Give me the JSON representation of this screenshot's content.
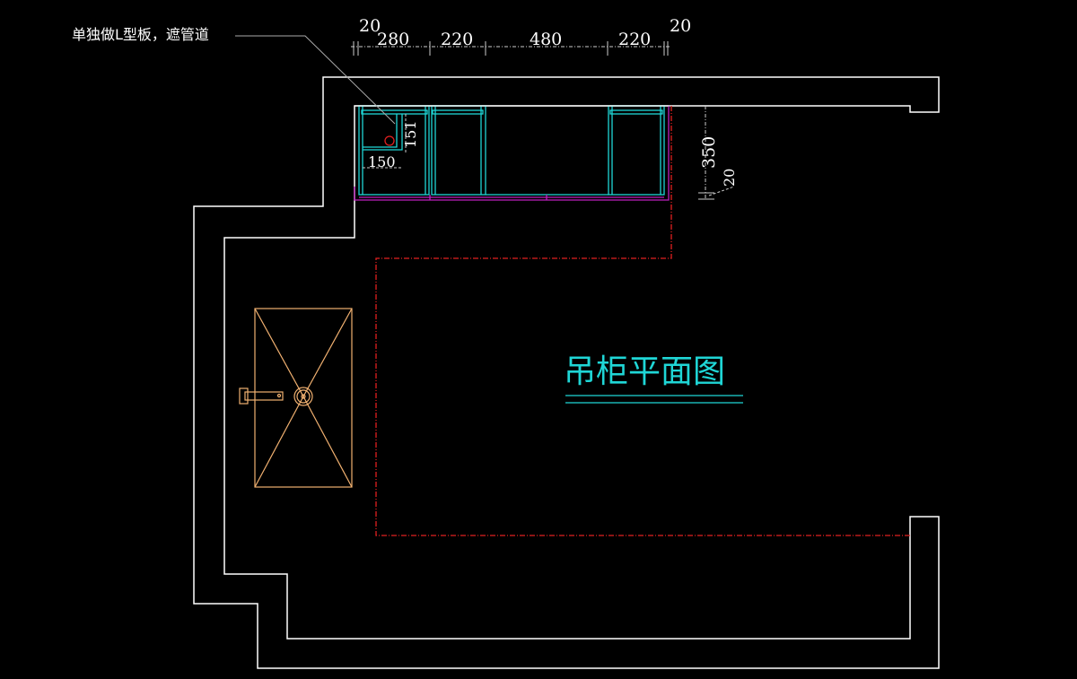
{
  "drawing": {
    "title": "吊柜平面图",
    "annotation": "单独做L型板，遮管道",
    "top_dimensions": [
      "20",
      "280",
      "220",
      "480",
      "220",
      "20"
    ],
    "depth_dimension": "350",
    "depth_offset_dimension": "20",
    "pipe_box_height": "151",
    "pipe_box_width": "150",
    "colors": {
      "wall": "#ffffff",
      "cabinet": "#1fd6d6",
      "base_line": "#c020c0",
      "dashed_boundary": "#e02020",
      "sink": "#f0b070",
      "title": "#1fd6d6"
    }
  }
}
